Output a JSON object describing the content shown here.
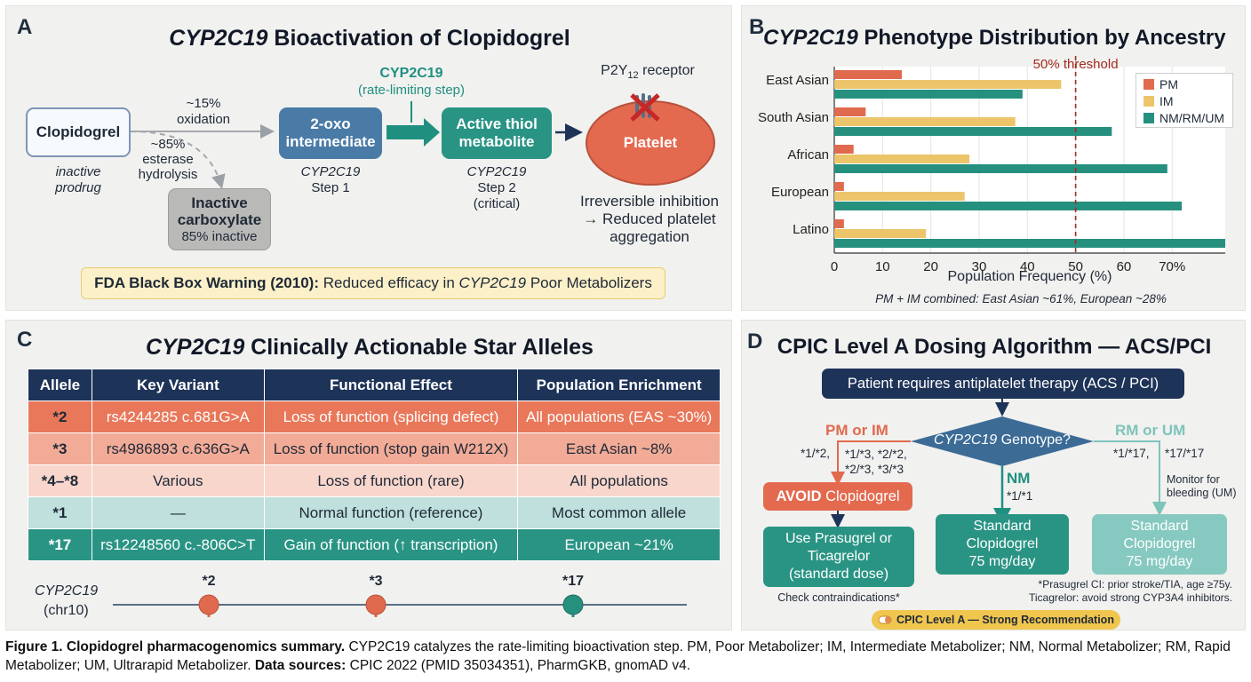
{
  "panelA": {
    "label": "A",
    "title_italic": "CYP2C19",
    "title_rest": " Bioactivation of Clopidogrel",
    "clopidogrel": "Clopidogrel",
    "prodrug_line1": "inactive",
    "prodrug_line2": "prodrug",
    "ox_line1": "~15%",
    "ox_line2": "oxidation",
    "est_line1": "~85%",
    "est_line2": "esterase",
    "est_line3": "hydrolysis",
    "inactive_line1": "Inactive",
    "inactive_line2": "carboxylate",
    "inactive_line3": "85% inactive",
    "oxo_line1": "2-oxo",
    "oxo_line2": "intermediate",
    "step1_line1": "CYP2C19",
    "step1_line2": "Step 1",
    "enzyme_name": "CYP2C19",
    "enzyme_note": "(rate-limiting step)",
    "thiol_line1": "Active thiol",
    "thiol_line2": "metabolite",
    "step2_line1": "CYP2C19",
    "step2_line2": "Step 2",
    "step2_line3": "(critical)",
    "receptor_pre": "P2Y",
    "receptor_sub": "12",
    "receptor_post": " receptor",
    "platelet": "Platelet",
    "inhibit_line1": "Irreversible inhibition",
    "inhibit_line2": "→ Reduced platelet",
    "inhibit_line3": "aggregation",
    "warning_bold": "FDA Black Box Warning (2010):",
    "warning_pre": " Reduced efficacy in ",
    "warning_italic": "CYP2C19",
    "warning_post": " Poor Metabolizers"
  },
  "panelB": {
    "label": "B",
    "title_italic": "CYP2C19",
    "title_rest": " Phenotype Distribution by Ancestry",
    "threshold_label": "50% threshold",
    "xlabel": "Population Frequency (%)",
    "note": "PM + IM combined: East Asian ~61%, European ~28%",
    "tick_labels": [
      "0",
      "10",
      "20",
      "30",
      "40",
      "50",
      "60",
      "70%"
    ],
    "legend": [
      {
        "label": "PM",
        "color": "#e06a4e"
      },
      {
        "label": "IM",
        "color": "#ecc56a"
      },
      {
        "label": "NM/RM/UM",
        "color": "#26907f"
      }
    ]
  },
  "chart_data": {
    "type": "bar",
    "orientation": "horizontal",
    "title": "CYP2C19 Phenotype Distribution by Ancestry",
    "xlabel": "Population Frequency (%)",
    "ylabel": "",
    "xlim": [
      0,
      81
    ],
    "threshold": 50,
    "categories": [
      "East Asian",
      "South Asian",
      "African",
      "European",
      "Latino"
    ],
    "series": [
      {
        "name": "PM",
        "values": [
          14,
          6.5,
          4,
          2,
          2
        ]
      },
      {
        "name": "IM",
        "values": [
          47,
          37.5,
          28,
          27,
          19
        ]
      },
      {
        "name": "NM/RM/UM",
        "values": [
          39,
          57.5,
          69,
          72,
          81
        ]
      }
    ],
    "grid": true,
    "legend_position": "top-right"
  },
  "panelC": {
    "label": "C",
    "title_italic": "CYP2C19",
    "title_rest": " Clinically Actionable Star Alleles",
    "headers": [
      "Allele",
      "Key Variant",
      "Functional Effect",
      "Population Enrichment"
    ],
    "rows": [
      {
        "allele": "*2",
        "variant": "rs4244285 c.681G>A",
        "effect": "Loss of function (splicing defect)",
        "pop": "All populations (EAS ~30%)",
        "bg": "#e9775a"
      },
      {
        "allele": "*3",
        "variant": "rs4986893 c.636G>A",
        "effect": "Loss of function (stop gain W212X)",
        "pop": "East Asian ~8%",
        "bg": "#f2ab97"
      },
      {
        "allele": "*4–*8",
        "variant": "Various",
        "effect": "Loss of function (rare)",
        "pop": "All populations",
        "bg": "#f8d6cc"
      },
      {
        "allele": "*1",
        "variant": "—",
        "effect": "Normal function (reference)",
        "pop": "Most common allele",
        "bg": "#bfe0dc"
      },
      {
        "allele": "*17",
        "variant": "rs12248560 c.-806C>T",
        "effect": "Gain of function (↑ transcription)",
        "pop": "European ~21%",
        "bg": "#2a9484"
      }
    ],
    "gene_label": "CYP2C19",
    "chr_label": "(chr10)",
    "markers": [
      "*2",
      "*3",
      "*17"
    ]
  },
  "panelD": {
    "label": "D",
    "title": "CPIC Level A Dosing Algorithm — ACS/PCI",
    "start": "Patient requires antiplatelet therapy (ACS / PCI)",
    "genotype_italic": "CYP2C19",
    "genotype_rest": " Genotype?",
    "pm_im": "PM or IM",
    "rm_um": "RM or UM",
    "nm": "NM",
    "pm_geno1": "*1/*2,",
    "pm_geno2a": "*1/*3, *2/*2,",
    "pm_geno2b": "*2/*3, *3/*3",
    "nm_geno": "*1/*1",
    "um_geno1": "*1/*17,",
    "um_geno2": "*17/*17",
    "avoid_bold": "AVOID",
    "avoid_rest": " Clopidogrel",
    "alt_line1": "Use Prasugrel or",
    "alt_line2": "Ticagrelor",
    "alt_line3": "(standard dose)",
    "contra": "Check contraindications*",
    "std_line1": "Standard",
    "std_line2": "Clopidogrel",
    "std_line3": "75 mg/day",
    "monitor_line1": "Monitor for",
    "monitor_line2": "bleeding (UM)",
    "std2_line1": "Standard",
    "std2_line2": "Clopidogrel",
    "std2_line3": "75 mg/day",
    "footnote1": "*Prasugrel CI: prior stroke/TIA, age ≥75y.",
    "footnote2": "Ticagrelor: avoid strong CYP3A4 inhibitors.",
    "badge": "CPIC Level A — Strong Recommendation"
  },
  "caption": {
    "bold1": "Figure 1. Clopidogrel pharmacogenomics summary.",
    "text1": " CYP2C19 catalyzes the rate-limiting bioactivation step. PM, Poor Metabolizer; IM, Intermediate Metabolizer; NM, Normal Metabolizer; RM, Rapid Metabolizer; UM, Ultrarapid Metabolizer. ",
    "bold2": "Data sources:",
    "text2": " CPIC 2022 (PMID 35034351), PharmGKB, gnomAD v4."
  }
}
